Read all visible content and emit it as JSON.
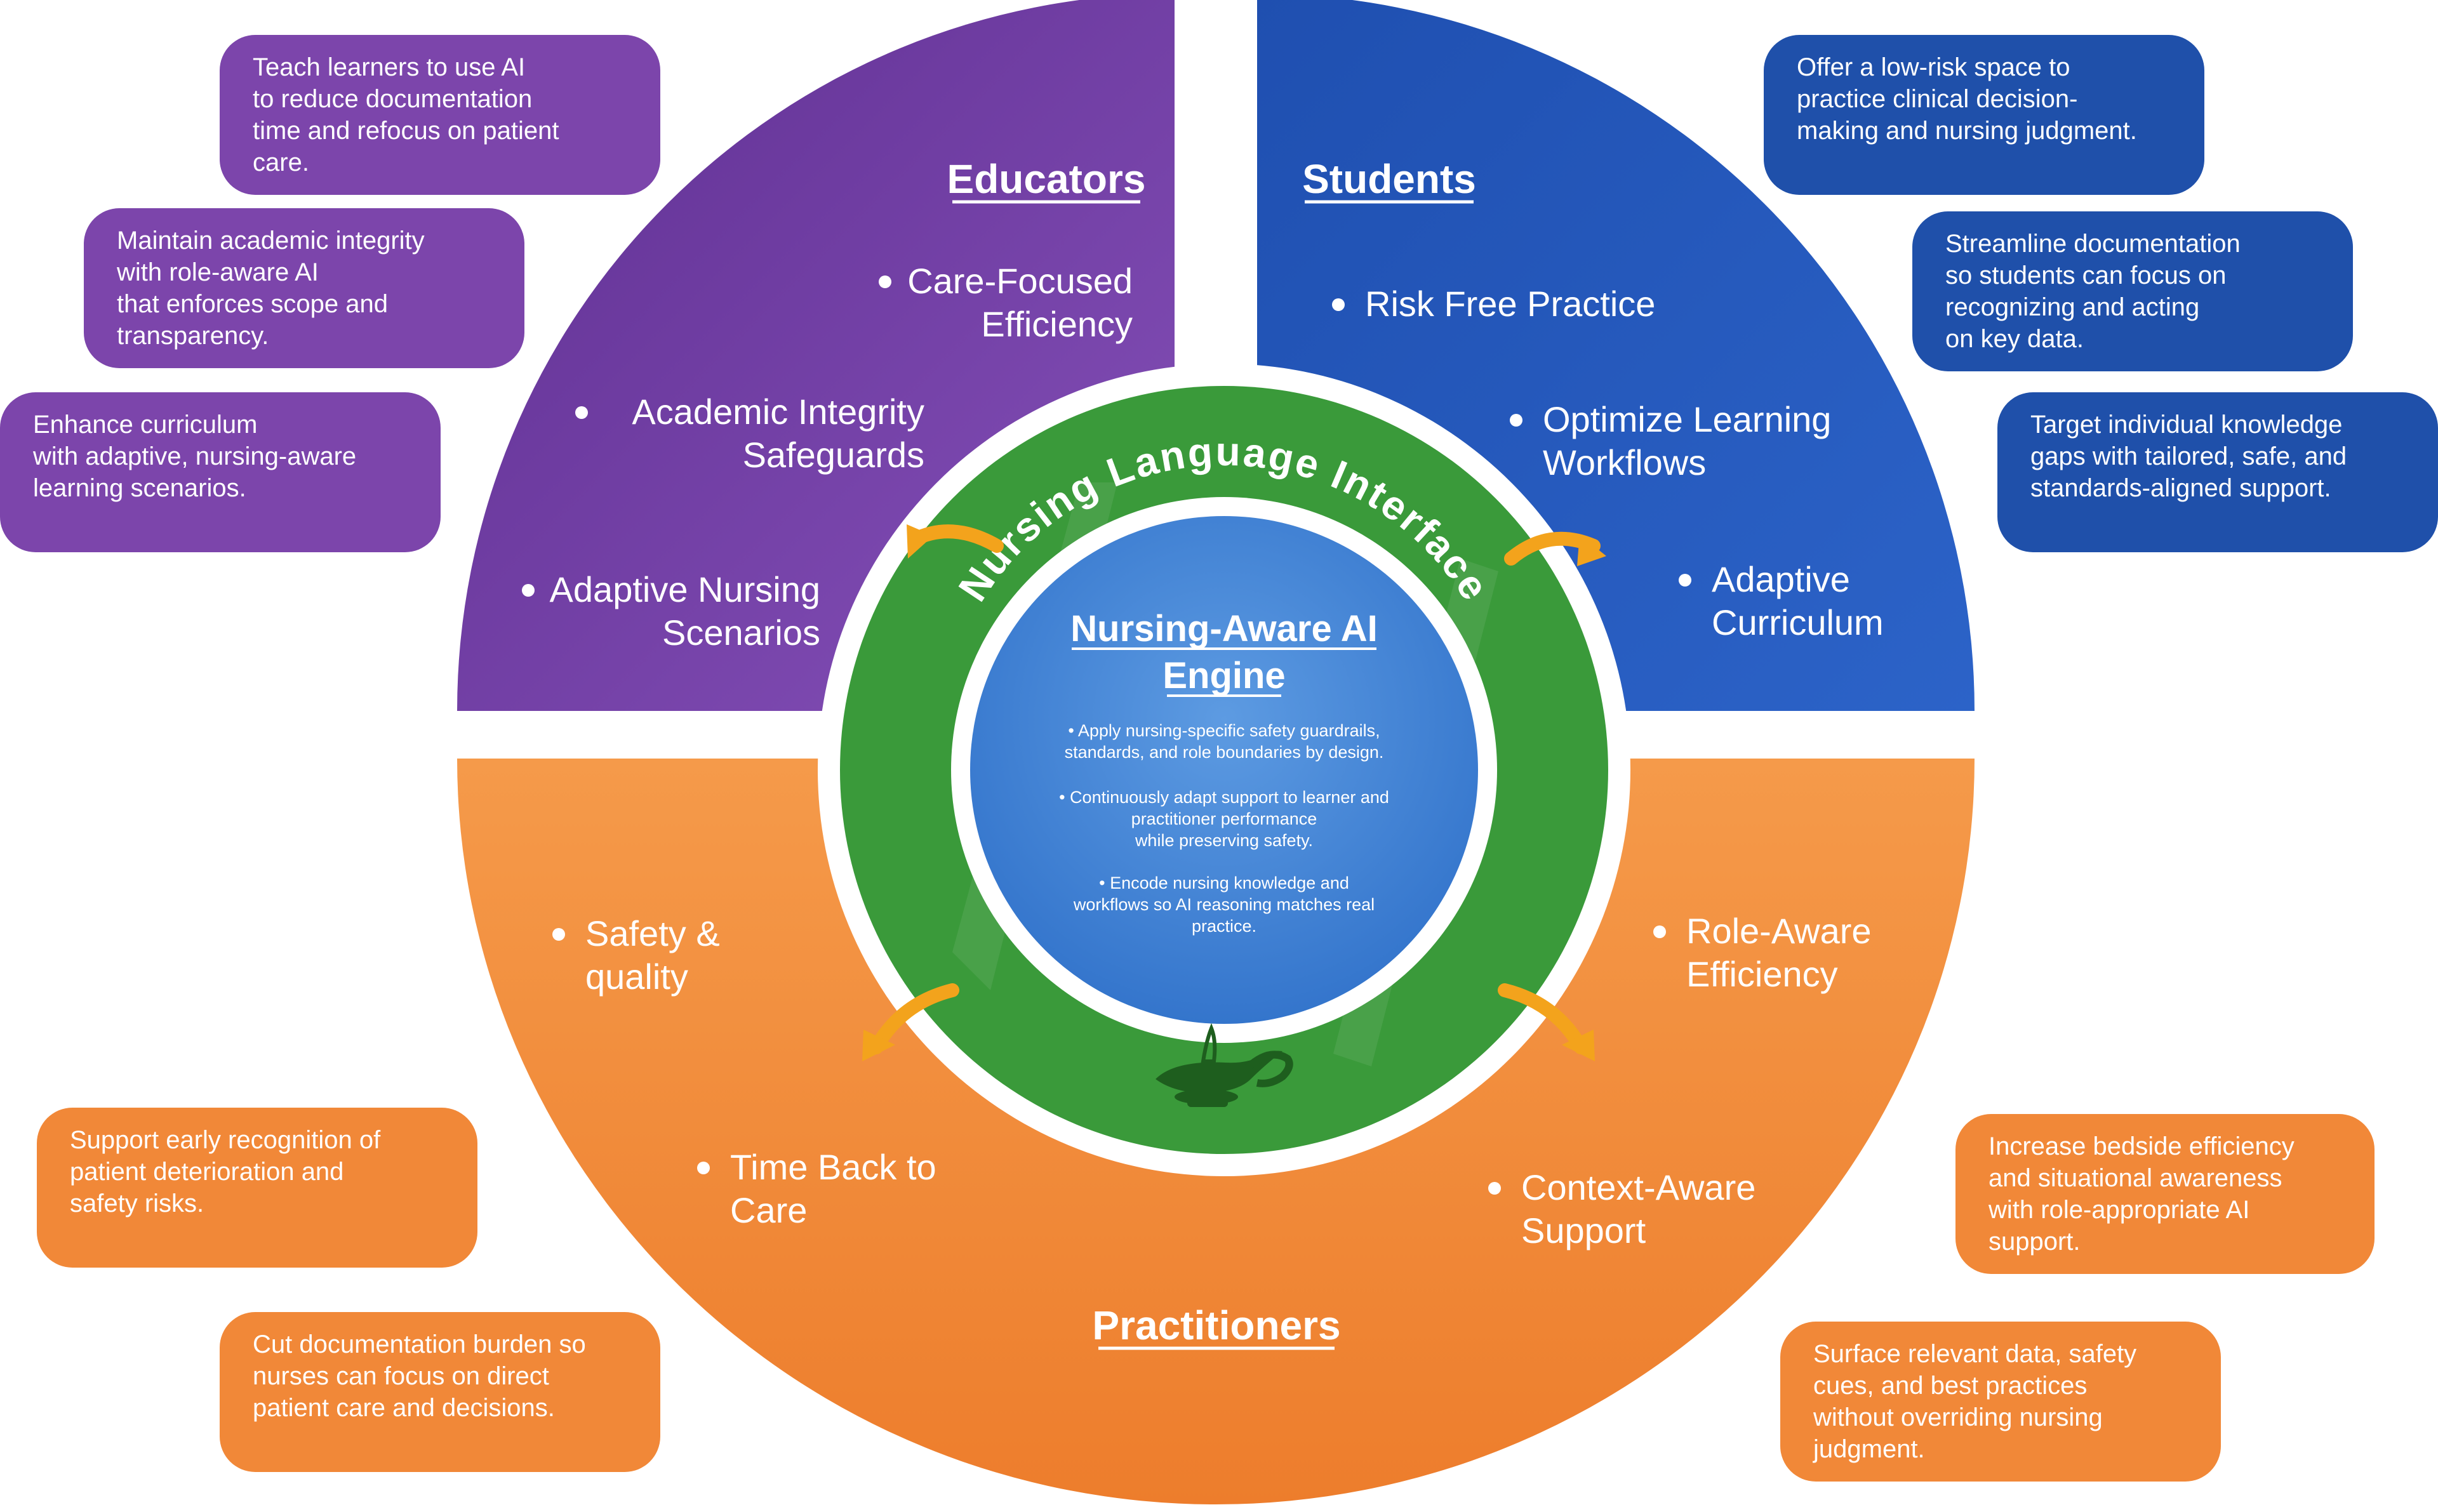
{
  "center": {
    "ring_label": "Nursing Language Interface",
    "core_title": [
      "Nursing-Aware AI",
      "Engine"
    ],
    "core_points": [
      [
        "Apply nursing-specific safety guardrails,",
        "standards, and role boundaries by design."
      ],
      [
        "Continuously adapt support to learner and",
        "practitioner performance",
        "while preserving safety."
      ],
      [
        "Encode nursing knowledge and",
        "workflows so AI reasoning matches real",
        "practice."
      ]
    ]
  },
  "sections": {
    "educators": {
      "title": "Educators",
      "color": "#6f3c9e",
      "bullets": [
        [
          "Care-Focused",
          "Efficiency"
        ],
        [
          "Academic Integrity",
          "Safeguards"
        ],
        [
          "Adaptive Nursing",
          "Scenarios"
        ]
      ],
      "callouts": [
        [
          "Teach learners to use AI",
          "to reduce documentation",
          "time and refocus on patient",
          "care."
        ],
        [
          "Maintain academic integrity",
          "with role-aware AI",
          "that enforces scope and",
          "transparency."
        ],
        [
          "Enhance curriculum",
          "with adaptive, nursing-aware",
          "learning scenarios."
        ]
      ]
    },
    "students": {
      "title": "Students",
      "color": "#2358bb",
      "bullets": [
        [
          "Risk Free Practice"
        ],
        [
          "Optimize Learning",
          "Workflows"
        ],
        [
          "Adaptive",
          "Curriculum"
        ]
      ],
      "callouts": [
        [
          "Offer a low-risk space to",
          "practice clinical decision-",
          "making and nursing judgment."
        ],
        [
          "Streamline documentation",
          "so students can focus on",
          "recognizing and acting",
          "on key data."
        ],
        [
          "Target individual knowledge",
          "gaps with tailored, safe, and",
          "standards-aligned support."
        ]
      ]
    },
    "practitioners": {
      "title": "Practitioners",
      "color": "#f08a38",
      "bullets": [
        [
          "Safety &",
          "quality"
        ],
        [
          "Time Back to",
          "Care"
        ],
        [
          "Role-Aware",
          "Efficiency"
        ],
        [
          "Context-Aware",
          "Support"
        ]
      ],
      "callouts": [
        [
          "Support early recognition of",
          "patient deterioration and",
          "safety risks."
        ],
        [
          "Cut documentation burden so",
          "nurses can focus on direct",
          "patient care and decisions."
        ],
        [
          "Increase bedside efficiency",
          "and situational awareness",
          "with role-appropriate AI",
          "support."
        ],
        [
          "Surface relevant data, safety",
          "cues, and best practices",
          "without overriding nursing",
          "judgment."
        ]
      ]
    }
  },
  "colors": {
    "ring": "#3a9a3a",
    "core": "#3f86d6",
    "arrow": "#f3a31c",
    "callout_purple": "#7c45ab",
    "callout_blue": "#1f50aa",
    "callout_orange": "#f18838"
  },
  "icons": [
    "lamp-icon",
    "arrow-icon"
  ]
}
